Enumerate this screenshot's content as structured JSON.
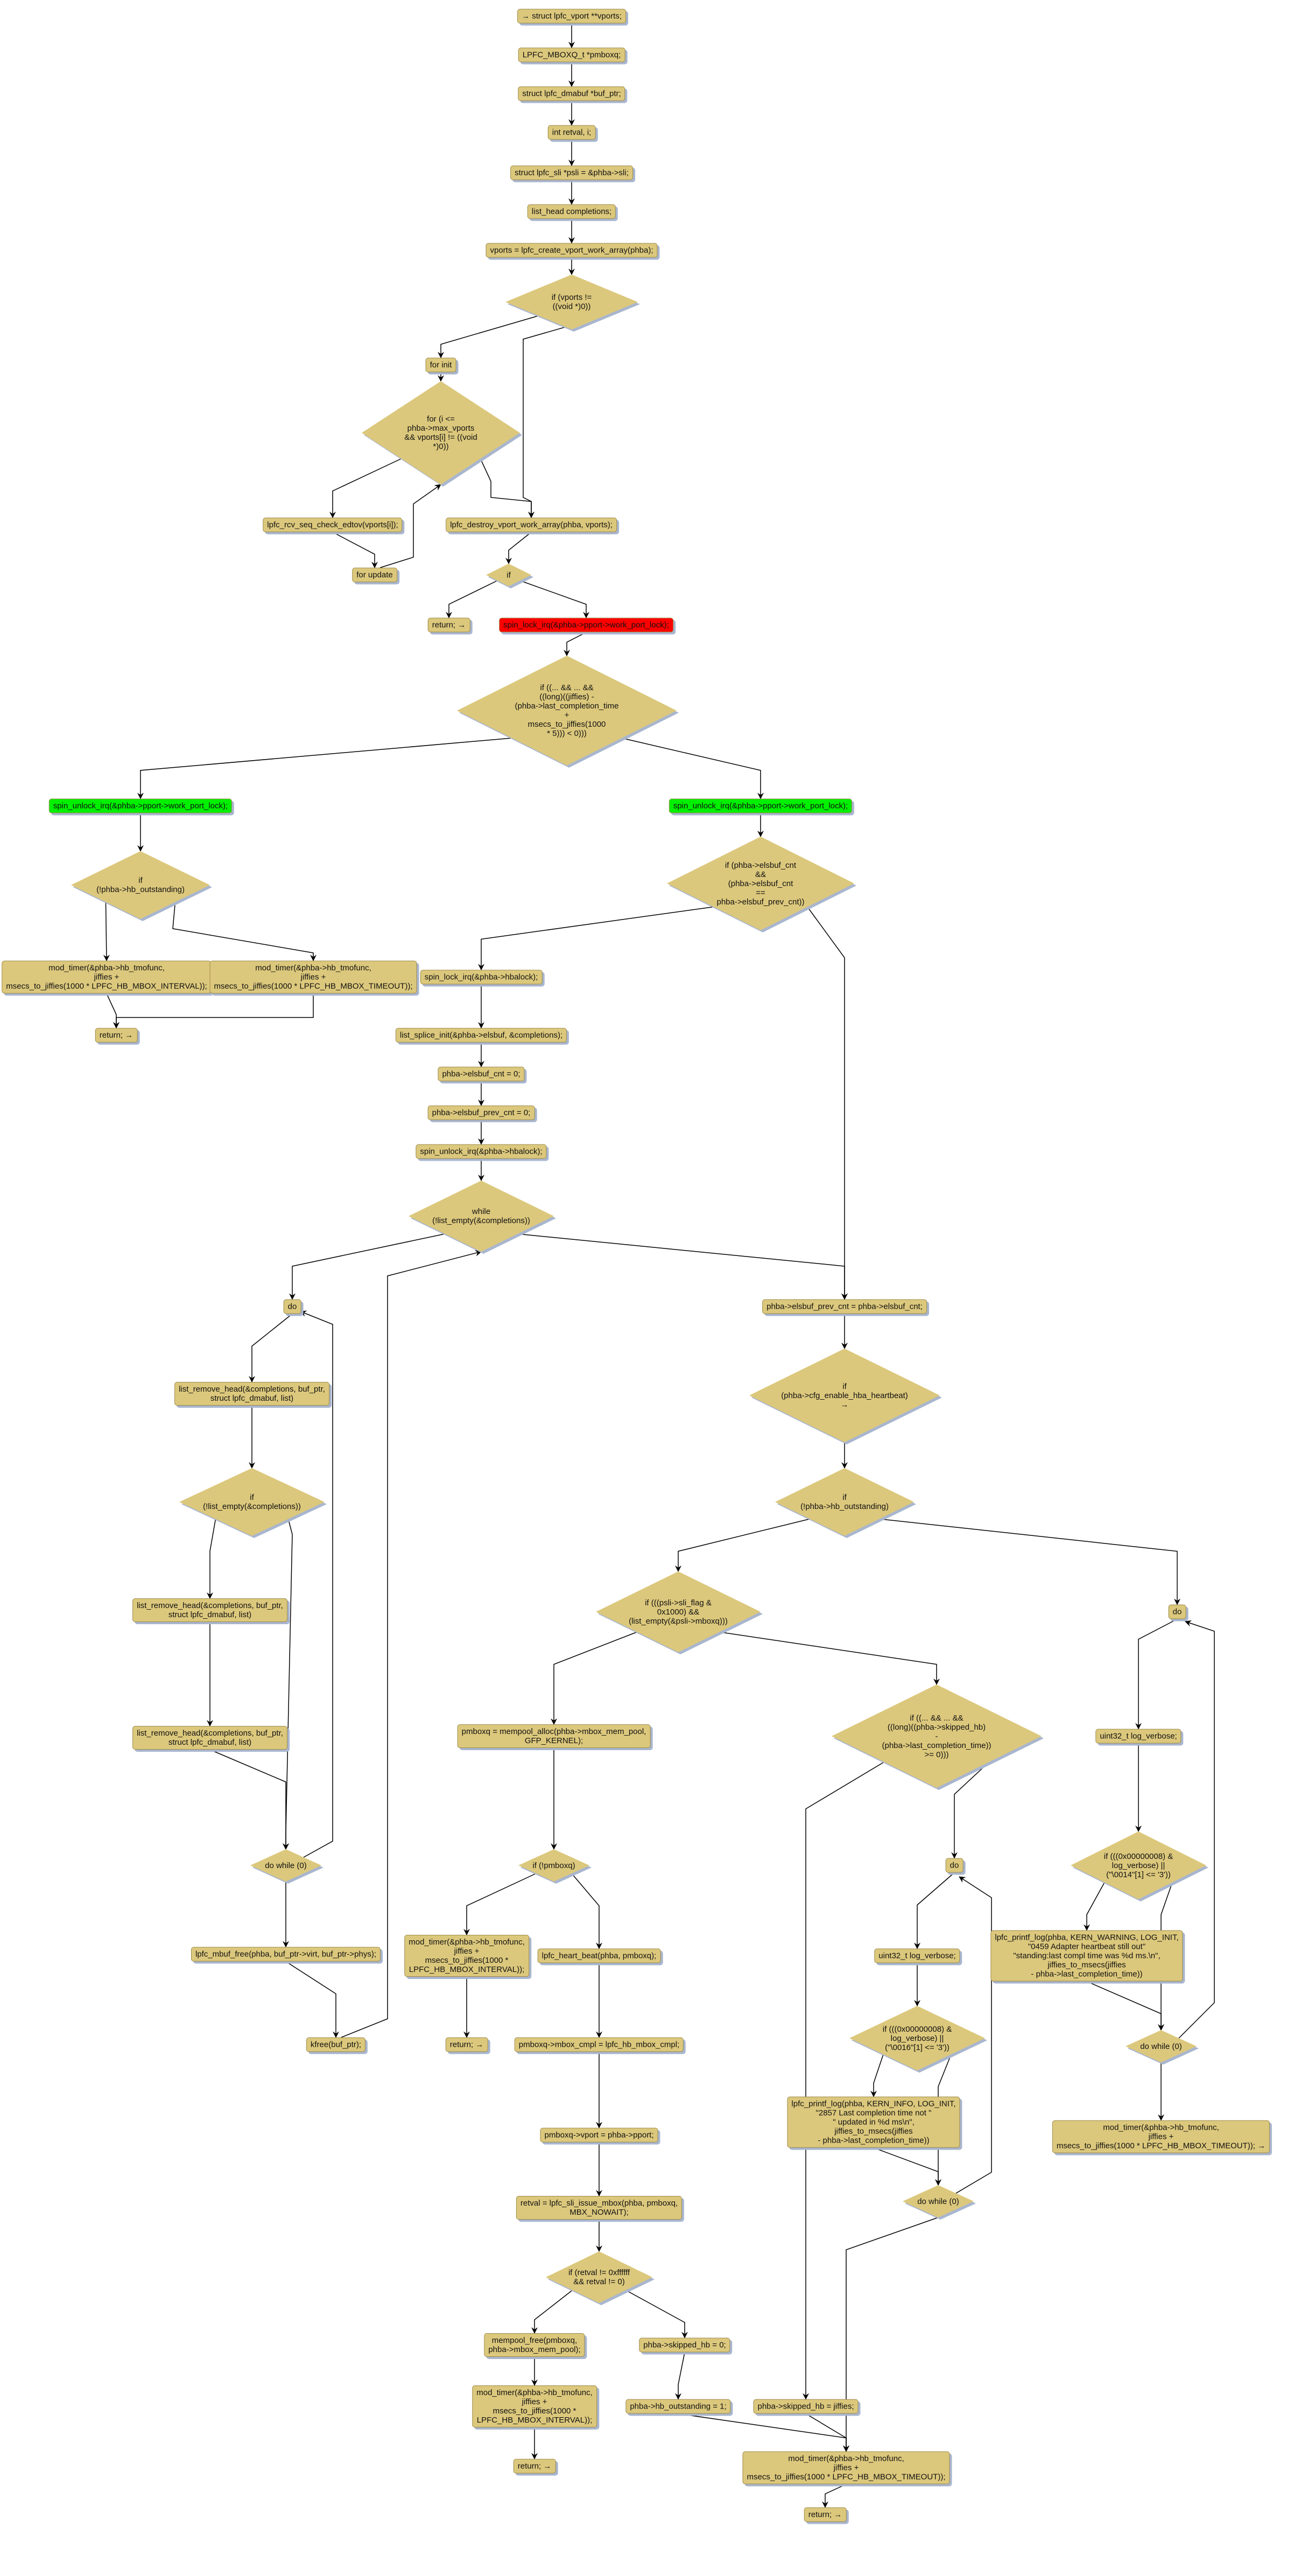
{
  "colors": {
    "node_fill": "#dcc87c",
    "lock_node": "#ff0000",
    "unlock_node": "#00f000",
    "shadow": "#a9b6cf"
  },
  "nodes": {
    "n1": "→ struct lpfc_vport **vports;",
    "n2": "LPFC_MBOXQ_t *pmboxq;",
    "n3": "struct lpfc_dmabuf *buf_ptr;",
    "n4": "int retval, i;",
    "n5": "struct lpfc_sli *psli = &phba->sli;",
    "n6": "list_head completions;",
    "n7": "vports = lpfc_create_vport_work_array(phba);",
    "n8": "if (vports !=\n((void *)0))",
    "n9": "for init",
    "n10": "for (i <=\nphba->max_vports\n&& vports[i] != ((void\n*)0))",
    "n11": "lpfc_rcv_seq_check_edtov(vports[i]);",
    "n12": "for update",
    "n13": "lpfc_destroy_vport_work_array(phba, vports);",
    "n14": "if",
    "n15": "return; →",
    "n16": "spin_lock_irq(&phba->pport->work_port_lock);",
    "n17": "if ((... && ... &&\n((long)((jiffies) -\n(phba->last_completion_time\n+\nmsecs_to_jiffies(1000\n* 5))) < 0)))",
    "n18": "spin_unlock_irq(&phba->pport->work_port_lock);",
    "n19": "spin_unlock_irq(&phba->pport->work_port_lock);",
    "n20": "if\n(!phba->hb_outstanding)",
    "n21": "if (phba->elsbuf_cnt\n&&\n(phba->elsbuf_cnt\n==\nphba->elsbuf_prev_cnt))",
    "n22": "mod_timer(&phba->hb_tmofunc,\njiffies +\nmsecs_to_jiffies(1000 * LPFC_HB_MBOX_INTERVAL));",
    "n23": "mod_timer(&phba->hb_tmofunc,\njiffies +\nmsecs_to_jiffies(1000 * LPFC_HB_MBOX_TIMEOUT));",
    "n24": "return; →",
    "n25": "spin_lock_irq(&phba->hbalock);",
    "n26": "list_splice_init(&phba->elsbuf, &completions);",
    "n27": "phba->elsbuf_cnt = 0;",
    "n28": "phba->elsbuf_prev_cnt = 0;",
    "n29": "spin_unlock_irq(&phba->hbalock);",
    "n30": "while\n(!list_empty(&completions))",
    "n31": "do",
    "n32": "phba->elsbuf_prev_cnt = phba->elsbuf_cnt;",
    "n33": "list_remove_head(&completions, buf_ptr,\nstruct lpfc_dmabuf, list)",
    "n34": "if\n(!list_empty(&completions))",
    "n35": "if\n(phba->cfg_enable_hba_heartbeat)\n→",
    "n36": "if\n(!phba->hb_outstanding)",
    "n37": "list_remove_head(&completions, buf_ptr,\nstruct lpfc_dmabuf, list)",
    "n38": "list_remove_head(&completions, buf_ptr,\nstruct lpfc_dmabuf, list)",
    "n39": "do while (0)",
    "n40": "lpfc_mbuf_free(phba, buf_ptr->virt, buf_ptr->phys);",
    "n41": "kfree(buf_ptr);",
    "n42": "if (((psli->sli_flag &\n0x1000) &&\n(list_empty(&psli->mboxq)))",
    "n43": "do",
    "n44": "pmboxq = mempool_alloc(phba->mbox_mem_pool,\nGFP_KERNEL);",
    "n45": "if ((... && ... &&\n((long)((phba->skipped_hb)\n-\n(phba->last_completion_time))\n>= 0)))",
    "n46": "uint32_t log_verbose;",
    "n47": "if (!pmboxq)",
    "n48": "if (((0x00000008) &\nlog_verbose) ||\n(\"\\0014\"[1] <= '3'))",
    "n49": "do",
    "n50": "mod_timer(&phba->hb_tmofunc,\njiffies +\nmsecs_to_jiffies(1000 *\nLPFC_HB_MBOX_INTERVAL));",
    "n51": "lpfc_heart_beat(phba, pmboxq);",
    "n52": "lpfc_printf_log(phba, KERN_WARNING, LOG_INIT,\n\"0459 Adapter heartbeat still out\"\n\"standing:last compl time was %d ms.\\n\",\njiffies_to_msecs(jiffies\n- phba->last_completion_time))",
    "n53": "uint32_t log_verbose;",
    "n54": "return; →",
    "n55": "pmboxq->mbox_cmpl = lpfc_hb_mbox_cmpl;",
    "n56": "do while (0)",
    "n57": "if (((0x00000008) &\nlog_verbose) ||\n(\"\\0016\"[1] <= '3'))",
    "n58": "lpfc_printf_log(phba, KERN_INFO, LOG_INIT,\n\"2857 Last completion time not \"\n\" updated in %d ms\\n\",\njiffies_to_msecs(jiffies\n- phba->last_completion_time))",
    "n59": "mod_timer(&phba->hb_tmofunc,\njiffies +\nmsecs_to_jiffies(1000 * LPFC_HB_MBOX_TIMEOUT)); →",
    "n60": "pmboxq->vport = phba->pport;",
    "n61": "do while (0)",
    "n62": "retval = lpfc_sli_issue_mbox(phba, pmboxq,\nMBX_NOWAIT);",
    "n63": "if (retval != 0xffffff\n&& retval != 0)",
    "n64": "mempool_free(pmboxq,\nphba->mbox_mem_pool);",
    "n65": "phba->skipped_hb = 0;",
    "n66": "mod_timer(&phba->hb_tmofunc,\njiffies +\nmsecs_to_jiffies(1000 *\nLPFC_HB_MBOX_INTERVAL));",
    "n67": "phba->hb_outstanding = 1;",
    "n68": "phba->skipped_hb = jiffies;",
    "n69": "return; →",
    "n70": "mod_timer(&phba->hb_tmofunc,\njiffies +\nmsecs_to_jiffies(1000 * LPFC_HB_MBOX_TIMEOUT));",
    "n71": "return; →"
  }
}
